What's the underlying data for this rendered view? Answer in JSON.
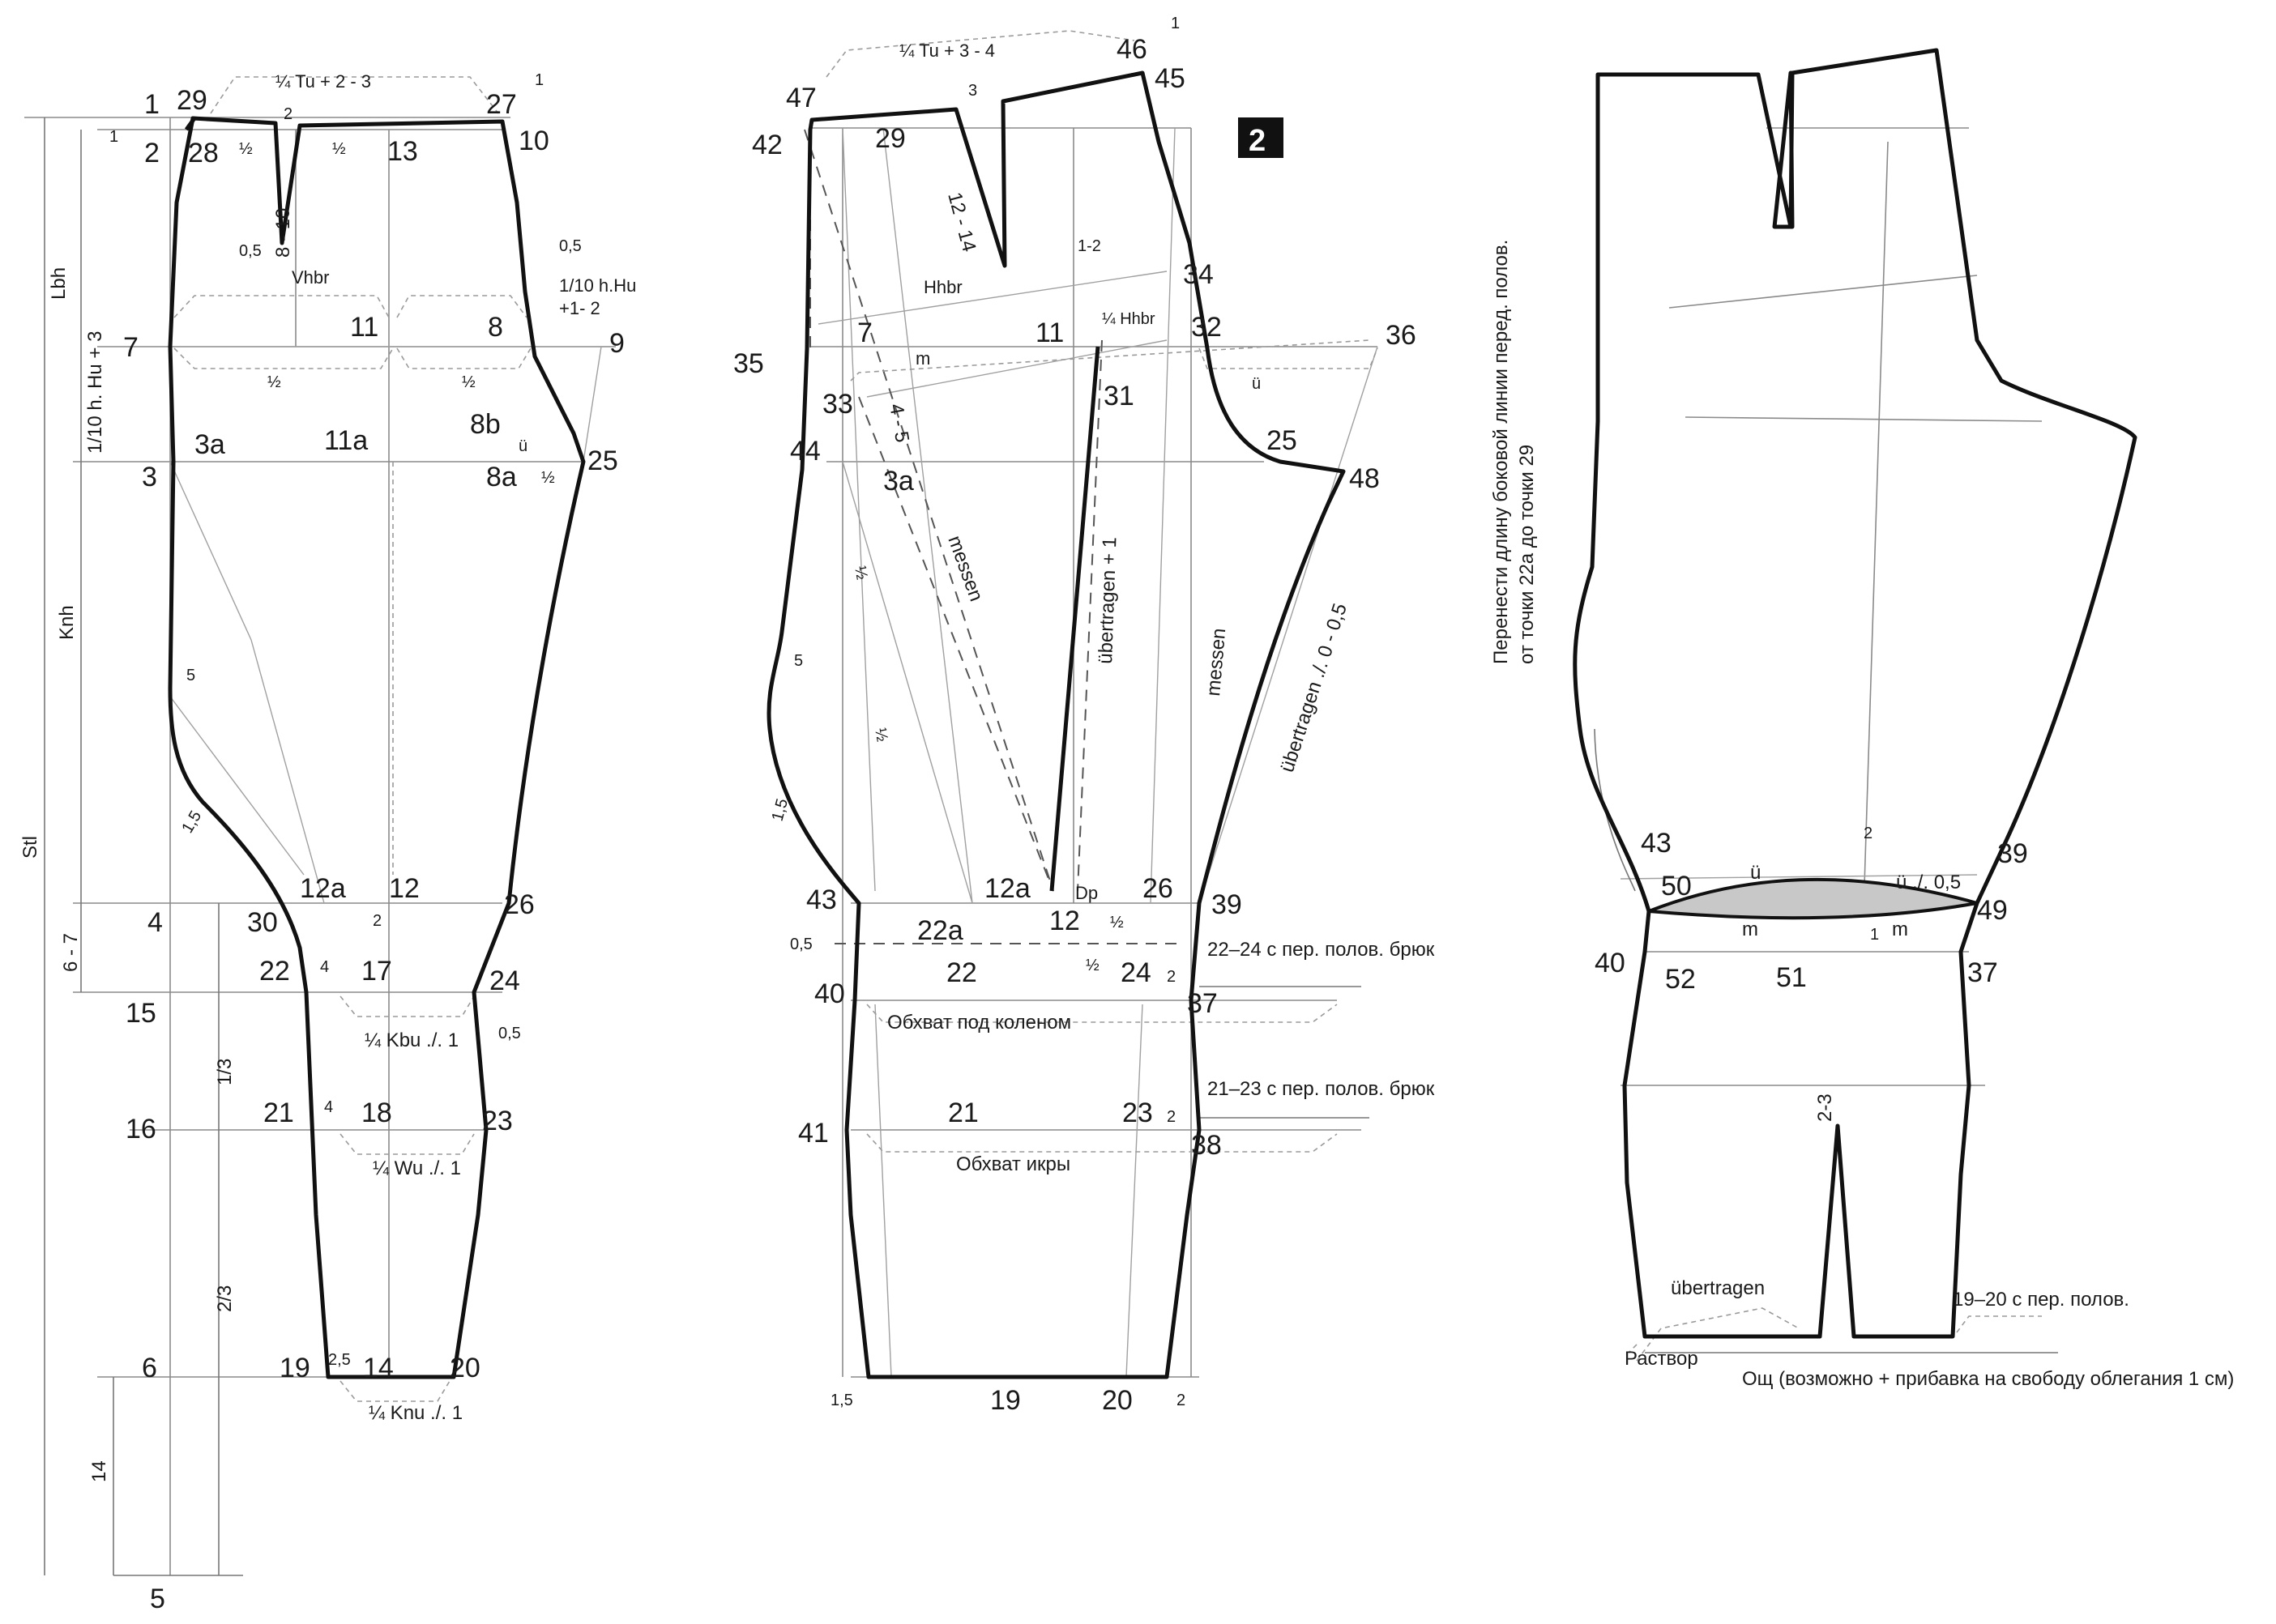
{
  "figure_number": "2",
  "points": {
    "p1": "1",
    "p2": "2",
    "p3": "3",
    "p3a": "3a",
    "p4": "4",
    "p5": "5",
    "p6": "6",
    "p7": "7",
    "p8": "8",
    "p8a": "8a",
    "p8b": "8b",
    "p9": "9",
    "p10": "10",
    "p11": "11",
    "p11a": "11a",
    "p12": "12",
    "p12a": "12a",
    "p13": "13",
    "p14": "14",
    "p15": "15",
    "p16": "16",
    "p17": "17",
    "p18": "18",
    "p19": "19",
    "p20": "20",
    "p21": "21",
    "p22": "22",
    "p22a": "22a",
    "p23": "23",
    "p24": "24",
    "p25": "25",
    "p26": "26",
    "p27": "27",
    "p28": "28",
    "p29": "29",
    "p30": "30",
    "p31": "31",
    "p32": "32",
    "p33": "33",
    "p34": "34",
    "p35": "35",
    "p36": "36",
    "p37": "37",
    "p38": "38",
    "p39": "39",
    "p40": "40",
    "p41": "41",
    "p42": "42",
    "p43": "43",
    "p44": "44",
    "p45": "45",
    "p46": "46",
    "p47": "47",
    "p48": "48",
    "p49": "49",
    "p50": "50",
    "p51": "51",
    "p52": "52"
  },
  "front": {
    "waist_formula": "¼ Tu + 2 - 3",
    "dart_len": "8 - 10",
    "vhbr": "Vhbr",
    "lbh": "Lbh",
    "knh": "Knh",
    "stl": "Stl",
    "hu_formula": "1/10 h. Hu + 3",
    "side_formula_a": "1/10 h.Hu",
    "side_formula_b": "+1- 2",
    "kbu": "¼ Kbu ./. 1",
    "wu": "¼ Wu ./. 1",
    "knu": "¼ Knu ./. 1",
    "v1": "1",
    "v2": "2",
    "v05": "0,5",
    "v05b": "0,5",
    "v05c": "0,5",
    "half": "½",
    "u": "ü",
    "v5": "5",
    "v15": "1,5",
    "v4": "4",
    "v4b": "4",
    "v2b": "2",
    "v25": "2,5",
    "v67": "6 - 7",
    "v13": "1/3",
    "v23": "2/3",
    "v14": "14",
    "v1b": "1"
  },
  "back": {
    "waist_formula": "¼ Tu + 3 - 4",
    "dart_len": "12 - 14",
    "hhbr": "Hhbr",
    "hhbr_q": "¼ Hhbr",
    "m": "m",
    "u": "ü",
    "v3": "3",
    "v1": "1",
    "v12": "1-2",
    "v45": "4 - 5",
    "messen": "messen",
    "messen2": "messen",
    "uebertragen": "übertragen + 1",
    "uebertragen2": "übertragen ./. 0 - 0,5",
    "dp": "Dp",
    "half": "½",
    "v5": "5",
    "v15": "1,5",
    "v05": "0,5",
    "v2": "2",
    "v2b": "2",
    "v15b": "1,5",
    "v2c": "2",
    "note_22_24": "22–24 с пер. полов. брюк",
    "note_21_23": "21–23 с пер. полов. брюк",
    "knee_girth": "Обхват под коленом",
    "calf_girth": "Обхват икры"
  },
  "assembled": {
    "side_note_line1": "Перенести длину боковой линии перед. полов.",
    "side_note_line2": "от точки 22а до точки 29",
    "u": "ü",
    "u2": "ü ./. 0,5",
    "m": "m",
    "m2": "m",
    "v2": "2",
    "v1": "1",
    "v23": "2-3",
    "uebertragen": "übertragen",
    "note_19_20": "19–20 с пер. полов.",
    "rastvor": "Раствор",
    "osch": "Ощ (возможно + прибавка на свободу облегания 1 см)"
  }
}
